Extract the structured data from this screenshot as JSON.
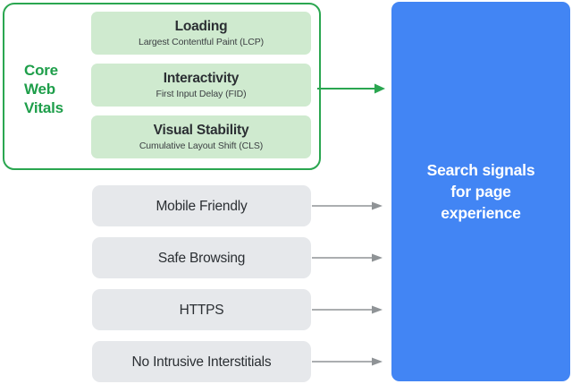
{
  "diagram": {
    "title": "Search signals for page experience",
    "colors": {
      "green_border": "#2aa650",
      "green_text": "#1e9e4a",
      "green_card_fill": "#cfeacf",
      "gray_card_fill": "#e6e8eb",
      "gray_arrow": "#8f9396",
      "blue_panel": "#4285f4",
      "dark_text": "#2b2f33",
      "white": "#ffffff",
      "background": "#ffffff"
    },
    "core_web_vitals": {
      "label_lines": [
        "Core",
        "Web",
        "Vitals"
      ],
      "label_text": "Core Web Vitals",
      "metrics": [
        {
          "title": "Loading",
          "subtitle": "Largest Contentful Paint (LCP)",
          "abbreviation": "LCP"
        },
        {
          "title": "Interactivity",
          "subtitle": "First Input Delay (FID)",
          "abbreviation": "FID"
        },
        {
          "title": "Visual Stability",
          "subtitle": "Cumulative Layout Shift (CLS)",
          "abbreviation": "CLS"
        }
      ]
    },
    "other_signals": [
      {
        "label": "Mobile Friendly"
      },
      {
        "label": "Safe Browsing"
      },
      {
        "label": "HTTPS"
      },
      {
        "label": "No Intrusive Interstitials"
      }
    ],
    "destination": {
      "lines": [
        "Search signals",
        "for page",
        "experience"
      ],
      "text": "Search signals for page experience"
    },
    "arrows": {
      "core_web_vitals_arrow": "green-arrow-to-destination",
      "signal_arrows": [
        "gray-arrow-mobile-friendly",
        "gray-arrow-safe-browsing",
        "gray-arrow-https",
        "gray-arrow-no-intrusive-interstitials"
      ]
    }
  }
}
